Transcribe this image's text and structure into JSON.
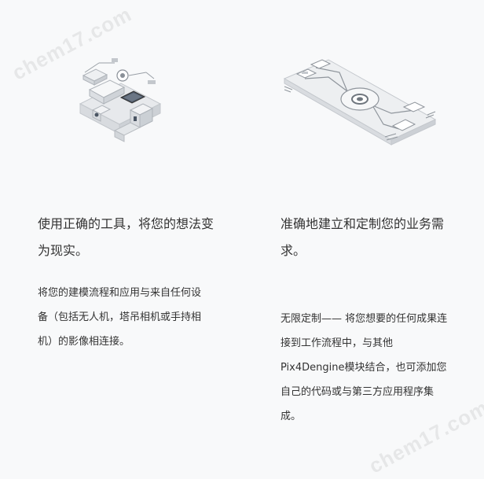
{
  "watermark": "chem17.com",
  "features": [
    {
      "illustration_icon": "isometric-workflow-tools-icon",
      "heading": "使用正确的工具，将您的想法变为现实。",
      "description": "将您的建模流程和应用与来自任何设备（包括无人机，塔吊相机或手持相机）的影像相连接。"
    },
    {
      "illustration_icon": "isometric-engine-gear-icon",
      "heading": "准确地建立和定制您的业务需求。",
      "description": "无限定制—— 将您想要的任何成果连接到工作流程中，与其他Pix4Dengine模块结合，也可添加您自己的代码或与第三方应用程序集成。"
    }
  ]
}
